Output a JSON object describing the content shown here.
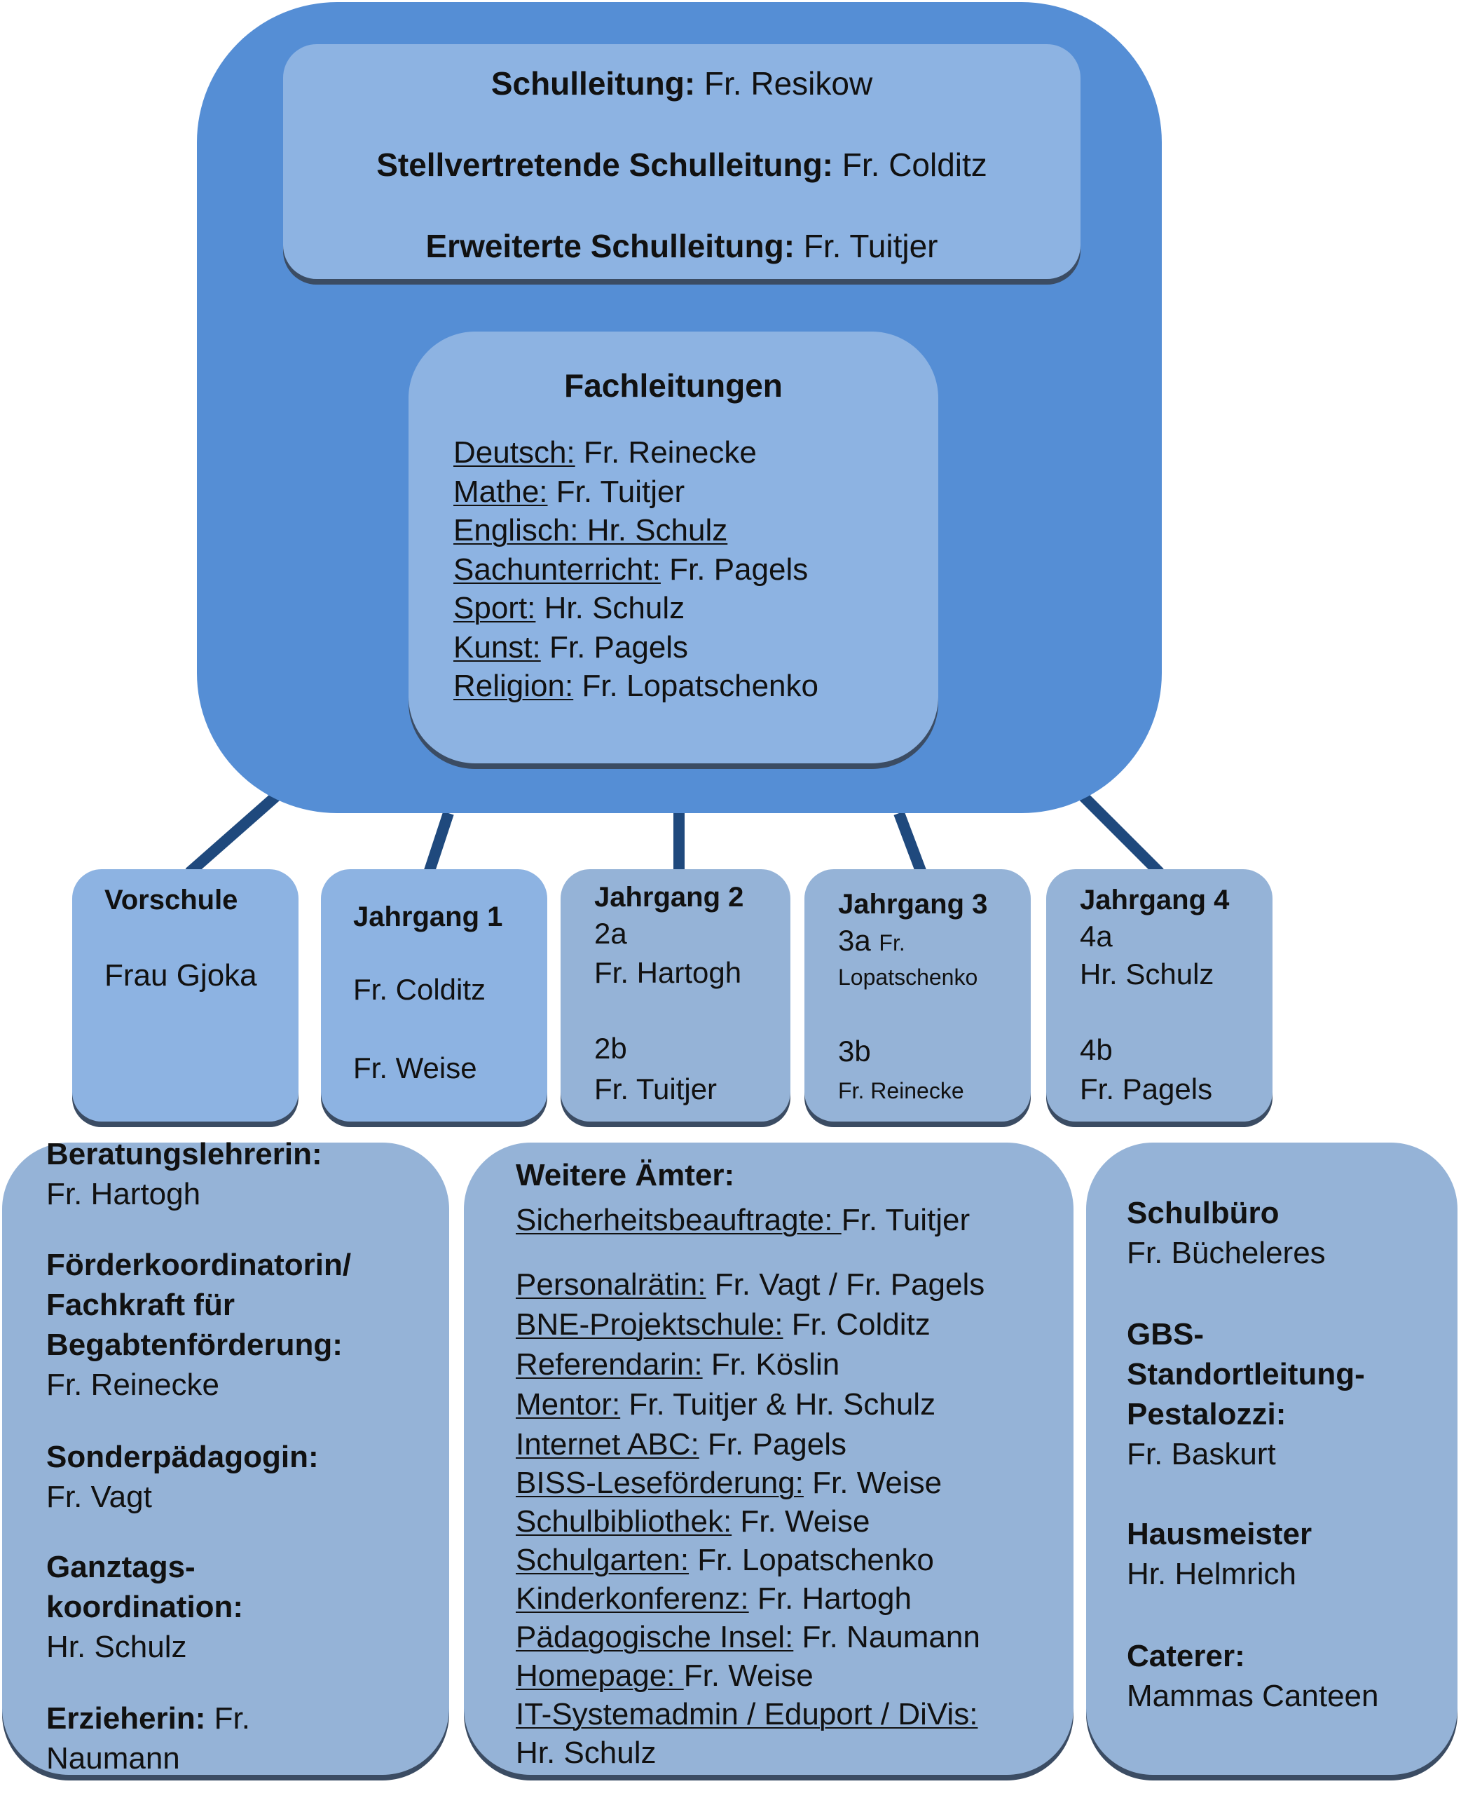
{
  "leadership": {
    "line1_label": "Schulleitung:",
    "line1_value": " Fr. Resikow",
    "line2_label": "Stellvertretende Schulleitung:",
    "line2_value": " Fr. Colditz",
    "line3_label": "Erweiterte Schulleitung:",
    "line3_value": " Fr. Tuitjer"
  },
  "fachleitungen": {
    "title": "Fachleitungen",
    "items": [
      {
        "subject": "Deutsch:",
        "person": " Fr. Reinecke"
      },
      {
        "subject": "Mathe:",
        "person": "  Fr. Tuitjer"
      },
      {
        "subject": "Englisch: Hr. Schulz",
        "person": ""
      },
      {
        "subject": "Sachunterricht:",
        "person": " Fr. Pagels"
      },
      {
        "subject": "Sport:",
        "person": " Hr. Schulz"
      },
      {
        "subject": "Kunst:",
        "person": " Fr. Pagels"
      },
      {
        "subject": "Religion:",
        "person": " Fr. Lopatschenko"
      }
    ]
  },
  "grades": {
    "vorschule": {
      "title": "Vorschule",
      "teacher": "Frau Gjoka"
    },
    "j1": {
      "title": "Jahrgang 1",
      "t1": "Fr. Colditz",
      "t2": "Fr. Weise"
    },
    "j2": {
      "title": "Jahrgang 2",
      "c1": "2a",
      "t1": "Fr. Hartogh",
      "c2": "2b",
      "t2": "Fr. Tuitjer"
    },
    "j3": {
      "title": "Jahrgang 3",
      "c1": "3a",
      "t1a": "Fr.",
      "t1b": "Lopatschenko",
      "c2": "3b",
      "t2": "Fr. Reinecke"
    },
    "j4": {
      "title": "Jahrgang 4",
      "c1": "4a",
      "t1": "Hr. Schulz",
      "c2": "4b",
      "t2": "Fr. Pagels"
    }
  },
  "left_box": {
    "r1": "Beratungslehrerin:",
    "r2": "Fr. Hartogh",
    "r3": "Förderkoordinatorin/",
    "r4": "Fachkraft für",
    "r5": "Begabtenförderung:",
    "r6": "Fr. Reinecke",
    "r7": "Sonderpädagogin:",
    "r8": "Fr. Vagt",
    "r9": "Ganztags-",
    "r10": "koordination:",
    "r11": "Hr. Schulz",
    "r12": "Erzieherin:",
    "r12b": " Fr.",
    "r13": "Naumann"
  },
  "middle_box": {
    "title": "Weitere Ämter:",
    "items": [
      {
        "role": "Sicherheitsbeauftragte: ",
        "person": "Fr. Tuitjer"
      },
      {
        "role": "Personalrätin:",
        "person": " Fr. Vagt / Fr. Pagels"
      },
      {
        "role": "BNE-Projektschule:",
        "person": " Fr. Colditz"
      },
      {
        "role": "Referendarin:",
        "person": " Fr. Köslin"
      },
      {
        "role": "Mentor:",
        "person": " Fr. Tuitjer & Hr. Schulz"
      },
      {
        "role": "Internet ABC:",
        "person": " Fr. Pagels"
      },
      {
        "role": "BISS-Leseförderung:",
        "person": " Fr. Weise"
      },
      {
        "role": "Schulbibliothek:",
        "person": " Fr. Weise"
      },
      {
        "role": "Schulgarten:",
        "person": " Fr. Lopatschenko"
      },
      {
        "role": "Kinderkonferenz:",
        "person": " Fr. Hartogh"
      },
      {
        "role": "Pädagogische Insel:",
        "person": " Fr. Naumann"
      },
      {
        "role": "Homepage: ",
        "person": "Fr. Weise"
      },
      {
        "role": "IT-Systemadmin / Eduport / DiVis:",
        "person": ""
      }
    ],
    "last": "Hr. Schulz"
  },
  "right_box": {
    "r1": "Schulbüro",
    "r2": "Fr. Bücheleres",
    "r3": "GBS-",
    "r4": "Standortleitung-",
    "r5": "Pestalozzi:",
    "r6": "Fr. Baskurt",
    "r7": "Hausmeister",
    "r8": "Hr. Helmrich",
    "r9": "Caterer:",
    "r10": "Mammas Canteen"
  },
  "colors": {
    "outer": "#558ed5",
    "inner": "#8db3e2",
    "grey_box": "#95b3d7",
    "connector": "#1f497d"
  }
}
